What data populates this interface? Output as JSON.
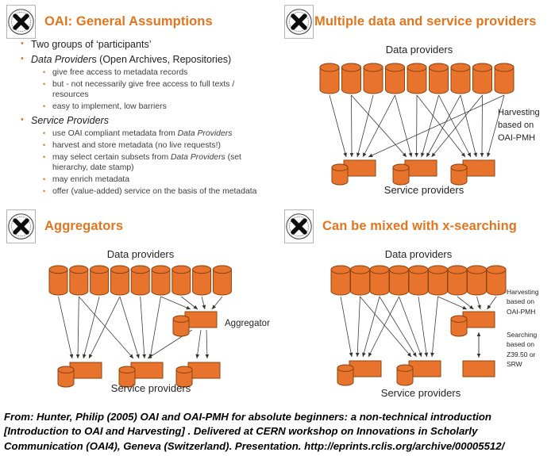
{
  "page": {
    "accent_orange": "#E2751E",
    "shape_fill": "#E8732D",
    "shape_stroke": "#8C4410",
    "arrow_color": "#3C3C3C"
  },
  "slides": {
    "general_assumptions": {
      "title": "OAI: General Assumptions",
      "bullets": [
        {
          "level": 1,
          "segments": [
            {
              "text": "Two groups of ‘participants’"
            }
          ]
        },
        {
          "level": 1,
          "segments": [
            {
              "text": "Data Provider",
              "italic": true
            },
            {
              "text": "s (Open Archives, Repositories)"
            }
          ]
        },
        {
          "level": 2,
          "segments": [
            {
              "text": "give free access to metadata records"
            }
          ]
        },
        {
          "level": 2,
          "segments": [
            {
              "text": "but - not necessarily give free access to full texts / resources"
            }
          ]
        },
        {
          "level": 2,
          "segments": [
            {
              "text": "easy to implement, low barriers"
            }
          ]
        },
        {
          "level": 1,
          "segments": [
            {
              "text": "Service Providers",
              "italic": true
            }
          ]
        },
        {
          "level": 2,
          "segments": [
            {
              "text": "use OAI compliant metadata from "
            },
            {
              "text": "Data Providers",
              "italic": true
            }
          ]
        },
        {
          "level": 2,
          "segments": [
            {
              "text": "harvest and store metadata (no live requests!)"
            }
          ]
        },
        {
          "level": 2,
          "segments": [
            {
              "text": "may select certain subsets from "
            },
            {
              "text": "Data Providers",
              "italic": true
            },
            {
              "text": " (set hierarchy, date stamp)"
            }
          ]
        },
        {
          "level": 2,
          "segments": [
            {
              "text": "may enrich metadata"
            }
          ]
        },
        {
          "level": 2,
          "segments": [
            {
              "text": "offer (value-added) service on the basis of the metadata"
            }
          ]
        }
      ]
    },
    "multiple_providers": {
      "title": "Multiple data and service providers",
      "data_providers_label": "Data providers",
      "service_providers_label": "Service providers",
      "harvesting_label": "Harvesting\nbased on\nOAI-PMH"
    },
    "aggregators": {
      "title": "Aggregators",
      "data_providers_label": "Data providers",
      "service_providers_label": "Service providers",
      "aggregator_label": "Aggregator"
    },
    "x_searching": {
      "title": "Can be mixed with x-searching",
      "data_providers_label": "Data providers",
      "service_providers_label": "Service providers",
      "harvesting_label": "Harvesting\nbased on\nOAI-PMH",
      "searching_label": "Searching\nbased on\nZ39.50 or\nSRW"
    }
  },
  "citation": {
    "text": "From: Hunter, Philip (2005) OAI and OAI-PMH for absolute beginners: a non-technical introduction [Introduction to OAI and Harvesting] . Delivered at CERN workshop on Innovations in Scholarly Communication (OAI4), Geneva (Switzerland). Presentation. ",
    "url": "http://eprints.rclis.org/archive/00005512/"
  }
}
